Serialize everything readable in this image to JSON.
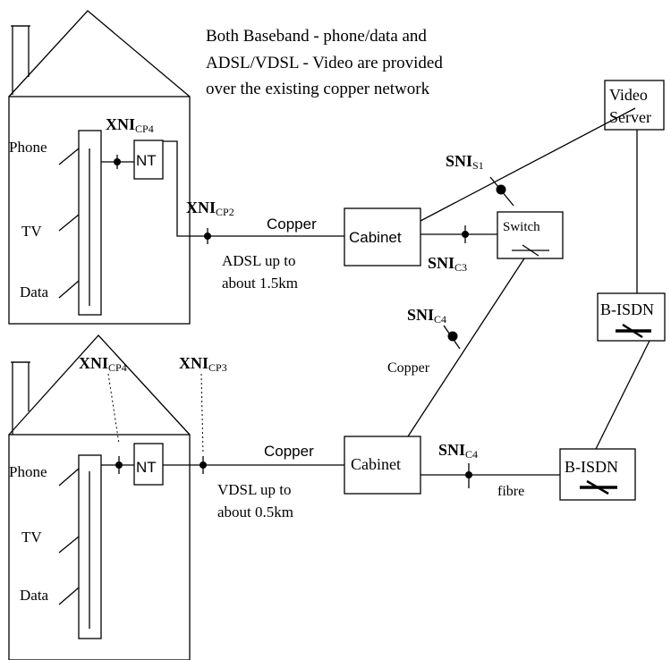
{
  "note": {
    "line1": "Both Baseband - phone/data and",
    "line2": "ADSL/VDSL - Video are provided",
    "line3": "over the existing copper network"
  },
  "house_top": {
    "xni_cp4": {
      "main": "XNI",
      "sub": "CP4"
    },
    "xni_cp2": {
      "main": "XNI",
      "sub": "CP2"
    },
    "nt": "NT",
    "phone": "Phone",
    "tv": "TV",
    "data": "Data",
    "copper": "Copper",
    "range_line1": "ADSL up to",
    "range_line2": "about 1.5km"
  },
  "house_bottom": {
    "xni_cp4": {
      "main": "XNI",
      "sub": "CP4"
    },
    "xni_cp3": {
      "main": "XNI",
      "sub": "CP3"
    },
    "nt": "NT",
    "phone": "Phone",
    "tv": "TV",
    "data": "Data",
    "copper": "Copper",
    "range_line1": "VDSL up to",
    "range_line2": "about 0.5km"
  },
  "network": {
    "cabinet_top": "Cabinet",
    "cabinet_bottom": "Cabinet",
    "switch": "Switch",
    "video_server_line1": "Video",
    "video_server_line2": "Server",
    "bisdn_upper": "B-ISDN",
    "bisdn_lower": "B-ISDN",
    "sni_s1": {
      "main": "SNI",
      "sub": "S1"
    },
    "sni_c3": {
      "main": "SNI",
      "sub": "C3"
    },
    "sni_c4_mid": {
      "main": "SNI",
      "sub": "C4"
    },
    "sni_c4_bottom": {
      "main": "SNI",
      "sub": "C4"
    },
    "copper_mid": "Copper",
    "fibre": "fibre"
  }
}
